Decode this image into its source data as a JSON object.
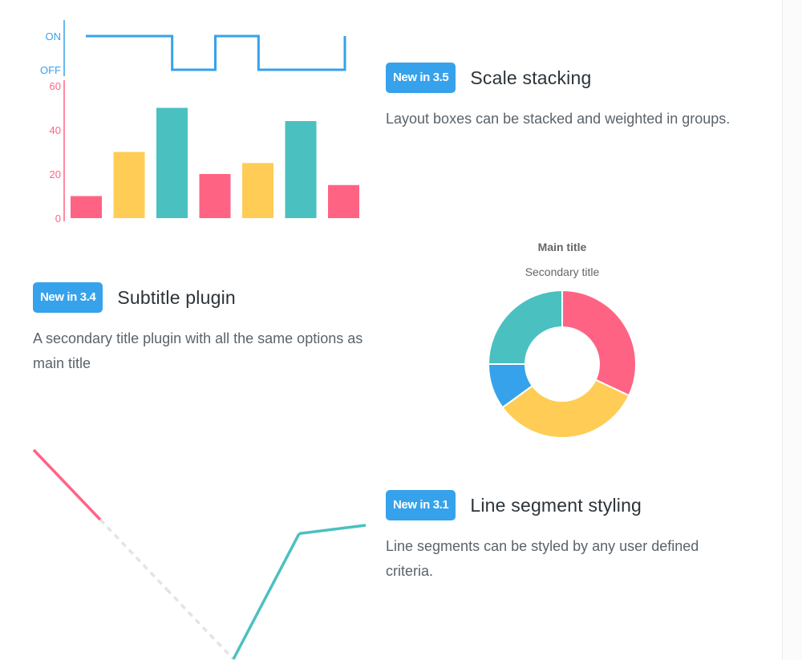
{
  "features": [
    {
      "badge": "New in 3.5",
      "title": "Scale stacking",
      "description": "Layout boxes can be stacked and weighted in groups."
    },
    {
      "badge": "New in 3.4",
      "title": "Subtitle plugin",
      "description": "A secondary title plugin with all the same options as main title"
    },
    {
      "badge": "New in 3.1",
      "title": "Line segment styling",
      "description": "Line segments can be styled by any user defined criteria."
    }
  ],
  "colors": {
    "accent": "#36a2eb",
    "red": "#ff6384",
    "yellow": "#ffcd56",
    "teal": "#4bc0c0",
    "blue": "#36a2eb",
    "gray": "#c9cbcf"
  },
  "chart_data": [
    {
      "type": "line",
      "stepped": true,
      "y_categories": [
        "ON",
        "OFF"
      ],
      "values": [
        "ON",
        "ON",
        "OFF",
        "ON",
        "OFF",
        "OFF",
        "ON"
      ],
      "color": "#36a2eb"
    },
    {
      "type": "bar",
      "categories": [
        "",
        "",
        "",
        "",
        "",
        "",
        ""
      ],
      "values": [
        10,
        30,
        50,
        20,
        25,
        44,
        15
      ],
      "colors": [
        "#ff6384",
        "#ffcd56",
        "#4bc0c0",
        "#ff6384",
        "#ffcd56",
        "#4bc0c0",
        "#ff6384"
      ],
      "ylim": [
        0,
        60
      ],
      "yticks": [
        0,
        20,
        40,
        60
      ],
      "axis_color": "#ff6384"
    },
    {
      "type": "pie",
      "donut": true,
      "title": "Main title",
      "subtitle": "Secondary title",
      "values": [
        32,
        33,
        10,
        25
      ],
      "colors": [
        "#ff6384",
        "#ffcd56",
        "#36a2eb",
        "#4bc0c0"
      ]
    },
    {
      "type": "line",
      "x": [
        0,
        1,
        2,
        3,
        4,
        5
      ],
      "values": [
        95,
        70,
        45,
        20,
        65,
        68
      ],
      "ylim": [
        20,
        95
      ],
      "segment_styles": [
        "solid-red",
        "dashed-gray",
        "dashed-gray",
        "solid-teal",
        "solid-teal"
      ]
    }
  ]
}
